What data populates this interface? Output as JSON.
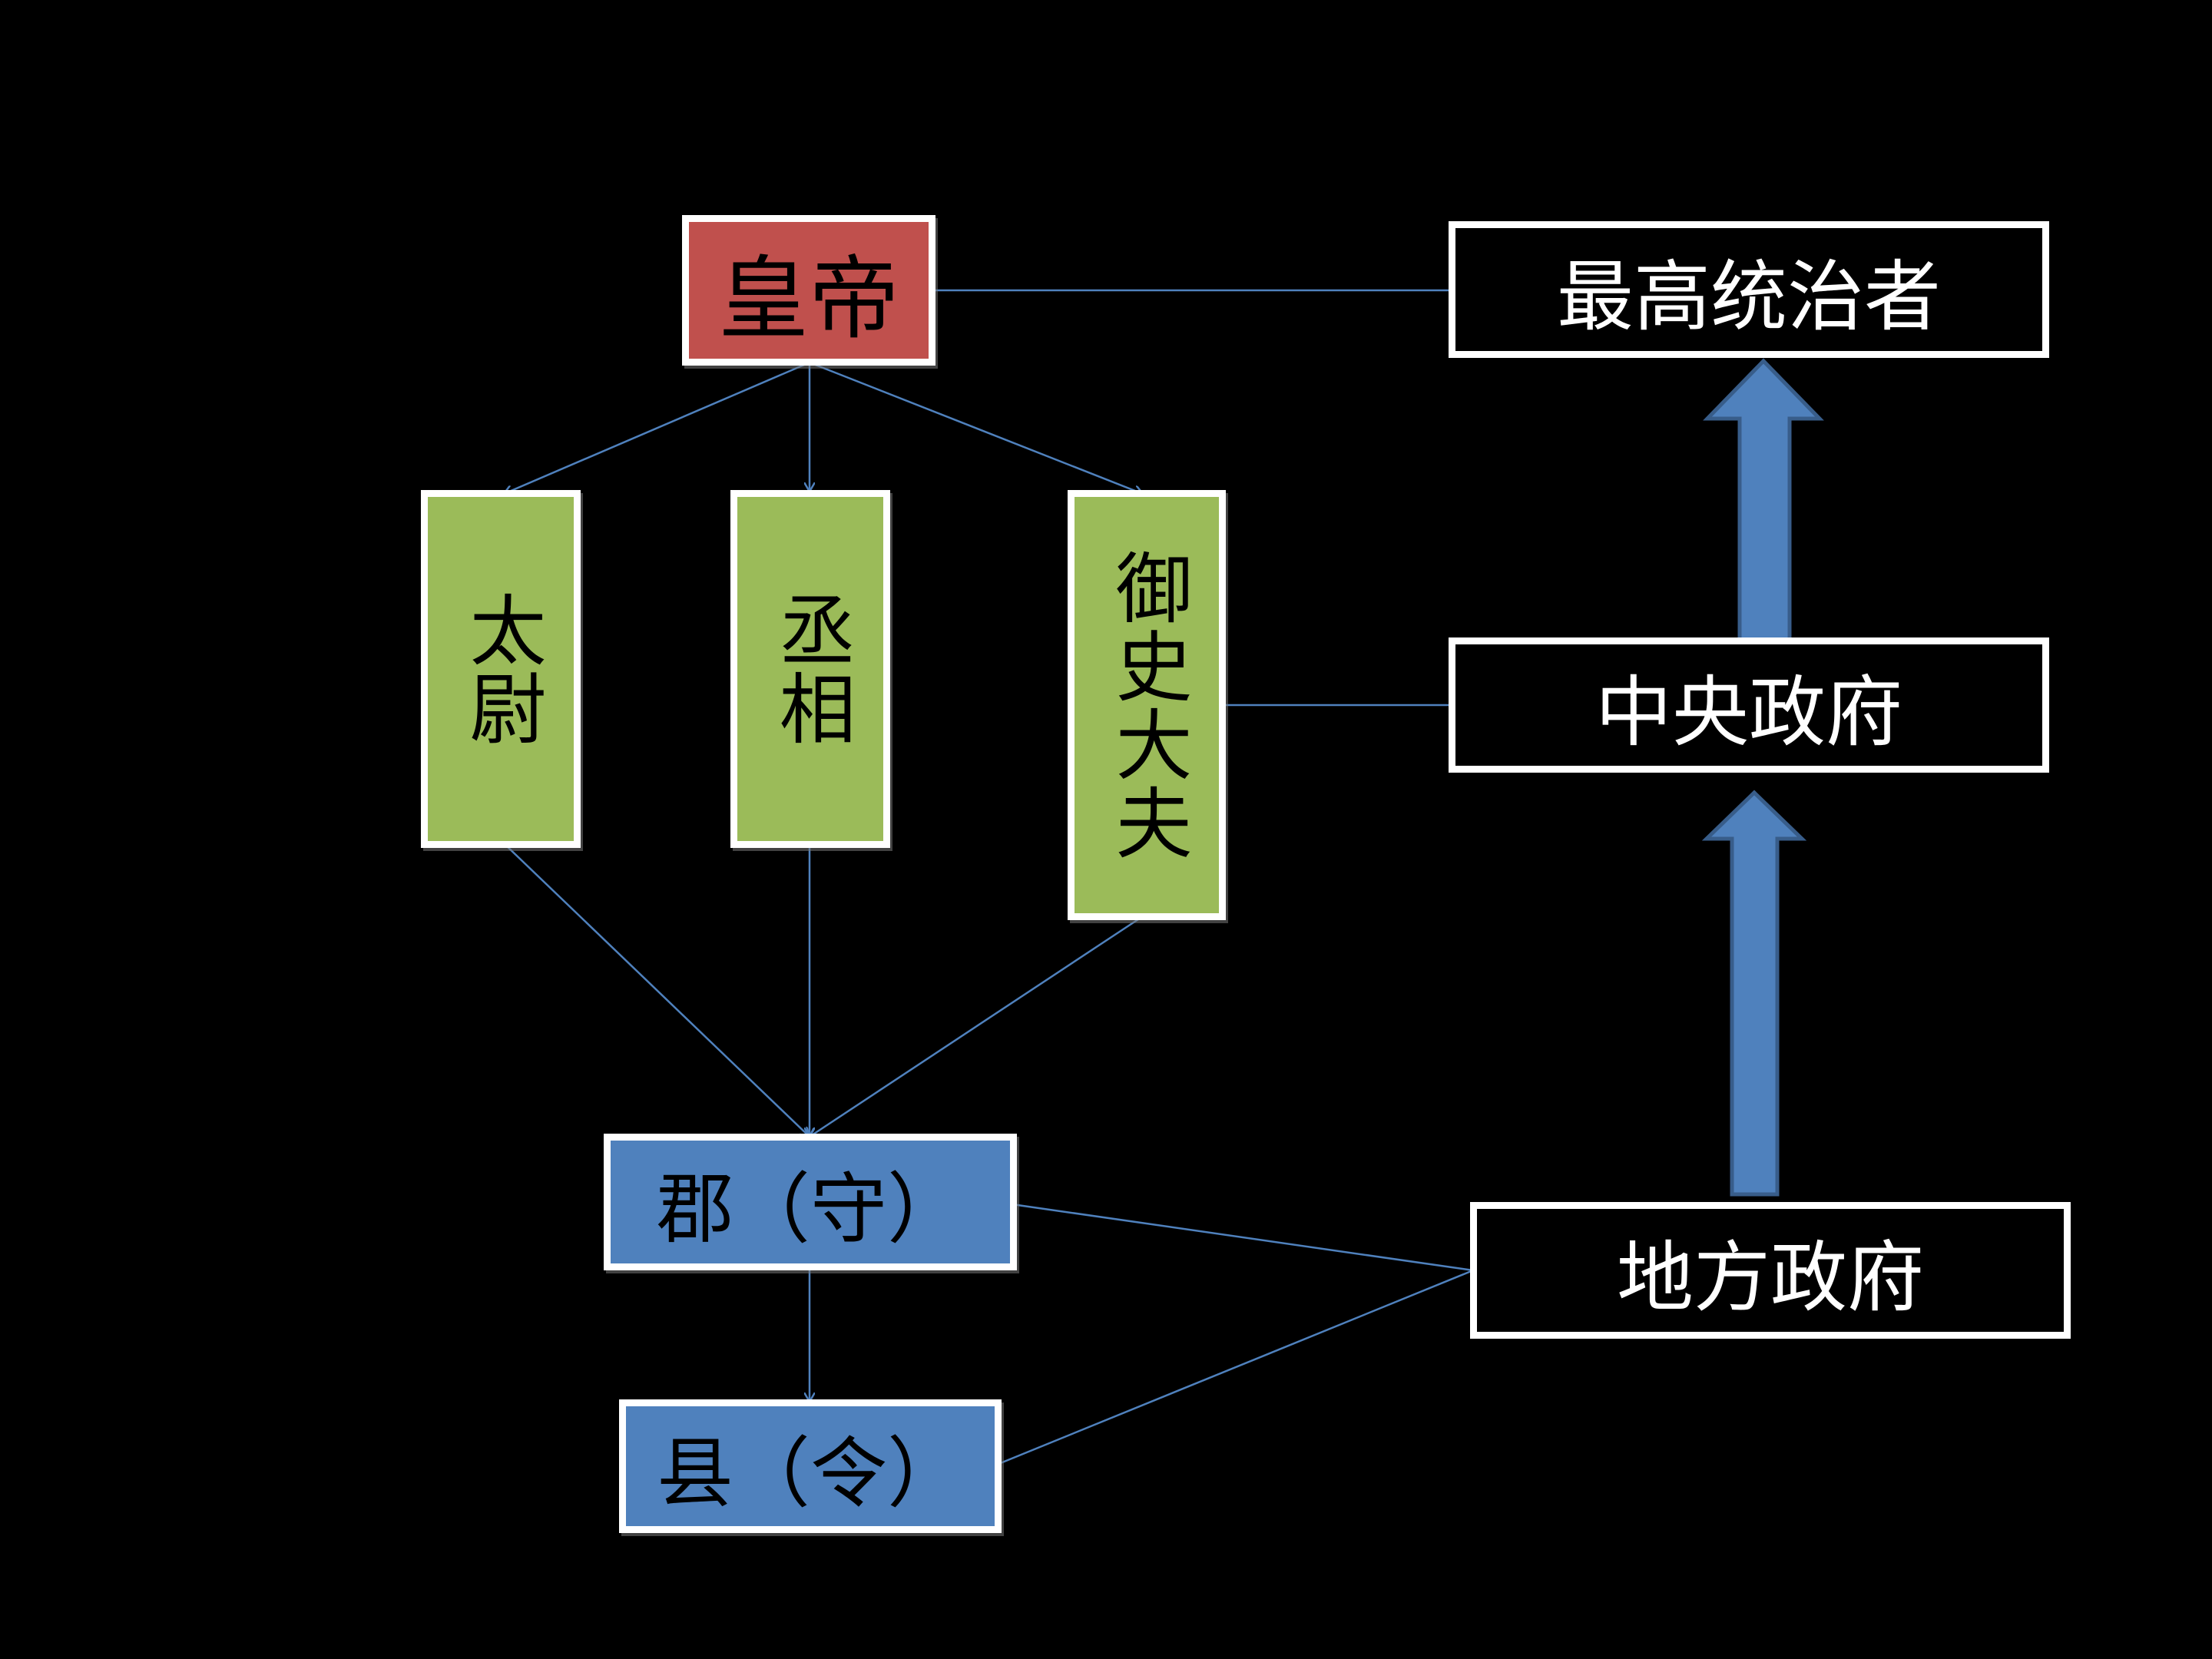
{
  "colors": {
    "background": "#000000",
    "emperor_fill": "#c0504d",
    "minister_fill": "#9bbb59",
    "local_fill": "#4f81bd",
    "box_border": "#ffffff",
    "connector_line": "#4f81bd",
    "arrow_fill": "#4f81bd"
  },
  "hierarchy": {
    "emperor": "皇帝",
    "ministers": {
      "taiwei": "太尉",
      "chengxiang": "丞相",
      "yushidafu": "御史大夫"
    },
    "commandery": "郡（守）",
    "county": "县（令）"
  },
  "levels": {
    "supreme_ruler": "最高统治者",
    "central_government": "中央政府",
    "local_government": "地方政府"
  }
}
